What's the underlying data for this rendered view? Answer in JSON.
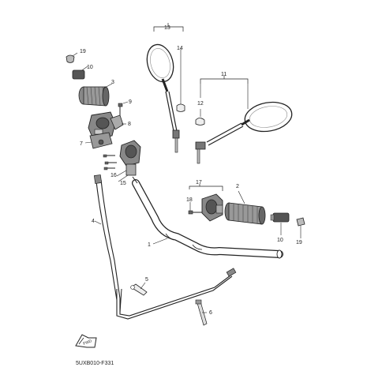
{
  "diagram": {
    "figure_code": "5UXB010-F331",
    "callouts": {
      "c1": "1",
      "c2": "2",
      "c3": "3",
      "c4": "4",
      "c5": "5",
      "c6": "6",
      "c7": "7",
      "c8": "8",
      "c9": "9",
      "c10a": "10",
      "c10b": "10",
      "c11": "11",
      "c12": "12",
      "c13": "13",
      "c14": "14",
      "c15": "15",
      "c16": "16",
      "c17": "17",
      "c18": "18",
      "c19a": "19",
      "c19b": "19"
    },
    "fwd_label": "FWD"
  }
}
